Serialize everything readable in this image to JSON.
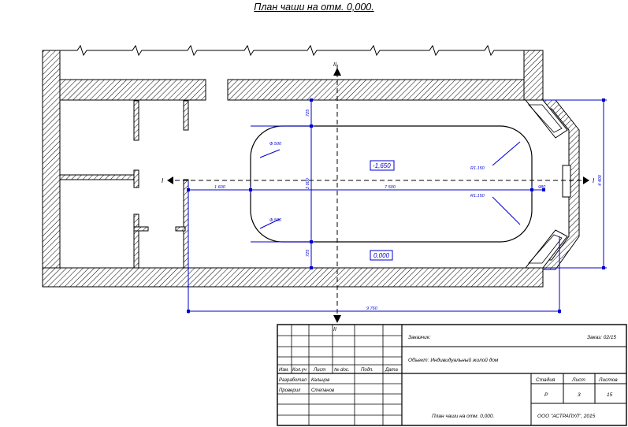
{
  "drawing": {
    "title": "План чаши на отм. 0,000.",
    "section_marks": {
      "left": "I",
      "right": "I",
      "top": "II",
      "bottom": "II"
    },
    "levels": {
      "bottom_level": "-1,650",
      "top_level": "0,000"
    },
    "radii": {
      "r1": "R1.150",
      "r2": "R1.150",
      "c1": "Ф.500",
      "c2": "Ф.500"
    },
    "dimensions": {
      "d1600": "1 600",
      "d7500": "7 500",
      "d980": "980",
      "d9760": "9 760",
      "d4400": "4 400",
      "d2000": "2 000",
      "d725a": "725",
      "d725b": "725"
    },
    "colors": {
      "wall_hatch": "#000000",
      "dimension": "#0000cc",
      "level_box": "#0000cc"
    }
  },
  "title_block": {
    "customer_label": "Заказчик:",
    "order": "Заказ: 02/15",
    "object": "Объект: Индивидуальный жилой дом",
    "hdr_izm": "Изм.",
    "hdr_kol": "Кол.уч",
    "hdr_list": "Лист",
    "hdr_doc": "№ doc.",
    "hdr_sign": "Подп.",
    "hdr_date": "Дата",
    "developed_label": "Разработал",
    "developed_name": "Кальцов",
    "checked_label": "Проверил",
    "checked_name": "Степанов",
    "stage_label": "Стадия",
    "sheet_label": "Лист",
    "sheets_label": "Листов",
    "stage_value": "Р",
    "sheet_value": "3",
    "sheets_value": "15",
    "sheet_title": "План чаши на отм. 0,000.",
    "company": "ООО \"АСТРАПУЛ\", 2015"
  }
}
